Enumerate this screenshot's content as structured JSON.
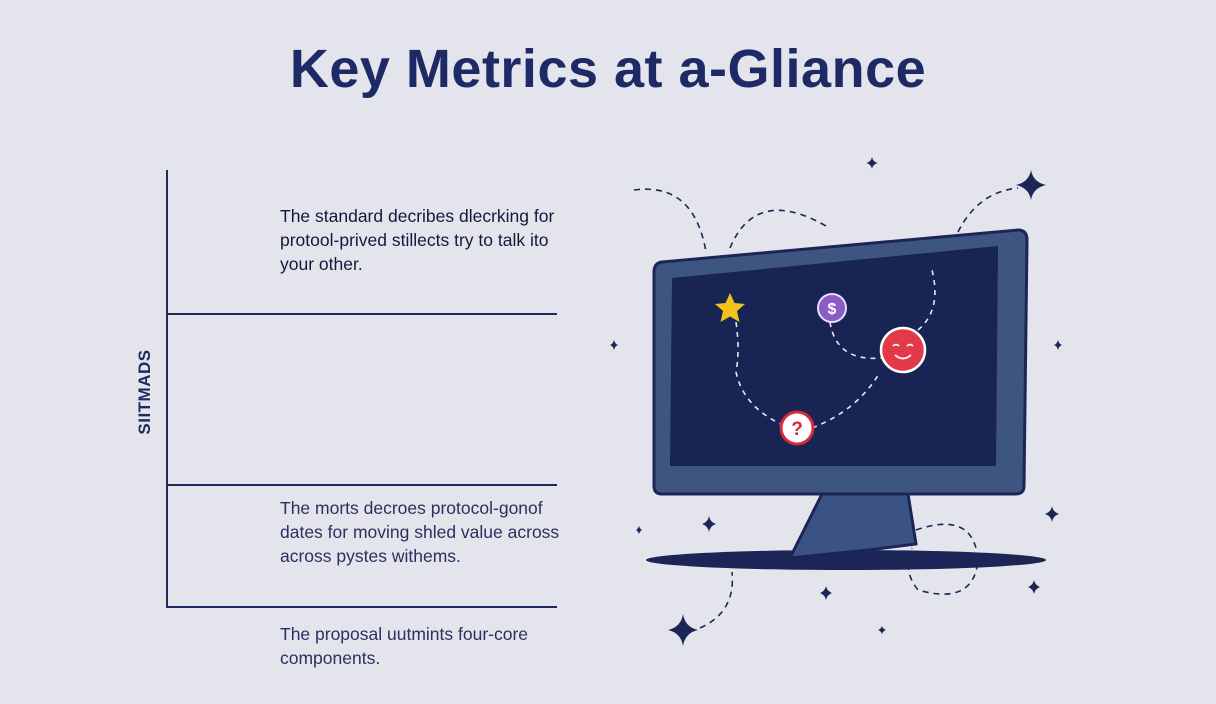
{
  "title": "Key Metrics at a-Gliance",
  "side_label": "SIITMADS",
  "blocks": [
    {
      "text": "The standard decribes dlecrking for protool-prived stillects try to talk ito your other."
    },
    {
      "text": "The morts decroes protocol-gonof dates for moving shled value across across pystes withems."
    },
    {
      "text": "The proposal uutmints four-core components."
    }
  ],
  "illustration": {
    "dollar_symbol": "$",
    "question_symbol": "?",
    "icons": [
      "star-icon",
      "dollar-coin-icon",
      "smiley-face-icon",
      "question-mark-icon",
      "sparkle-icon"
    ]
  },
  "colors": {
    "background": "#e4e4ec",
    "navy": "#1e2a5e",
    "monitor_frame": "#3d5580",
    "screen": "#172454",
    "star": "#f3c21b",
    "coin": "#8a5cc4",
    "smiley": "#e23a48",
    "question": "#d8283a"
  }
}
